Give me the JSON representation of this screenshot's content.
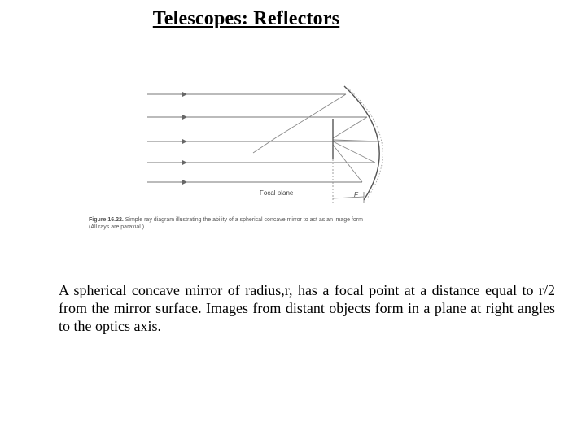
{
  "title": "Telescopes: Reflectors",
  "figure": {
    "caption_number": "Figure 16.22.",
    "caption_text": "Simple ray diagram illustrating the ability of a spherical concave mirror to act as an image form",
    "caption_note": "(All rays are paraxial.)",
    "focal_plane_label": "Focal plane",
    "focal_length_label": "F"
  },
  "body": {
    "paragraph": "A spherical concave mirror of radius,r, has a focal point at a distance equal to  r/2 from the mirror surface. Images from distant objects form in a plane at right angles to the optics axis."
  },
  "colors": {
    "text": "#000000",
    "diagram_line": "#666666",
    "background": "#ffffff"
  }
}
